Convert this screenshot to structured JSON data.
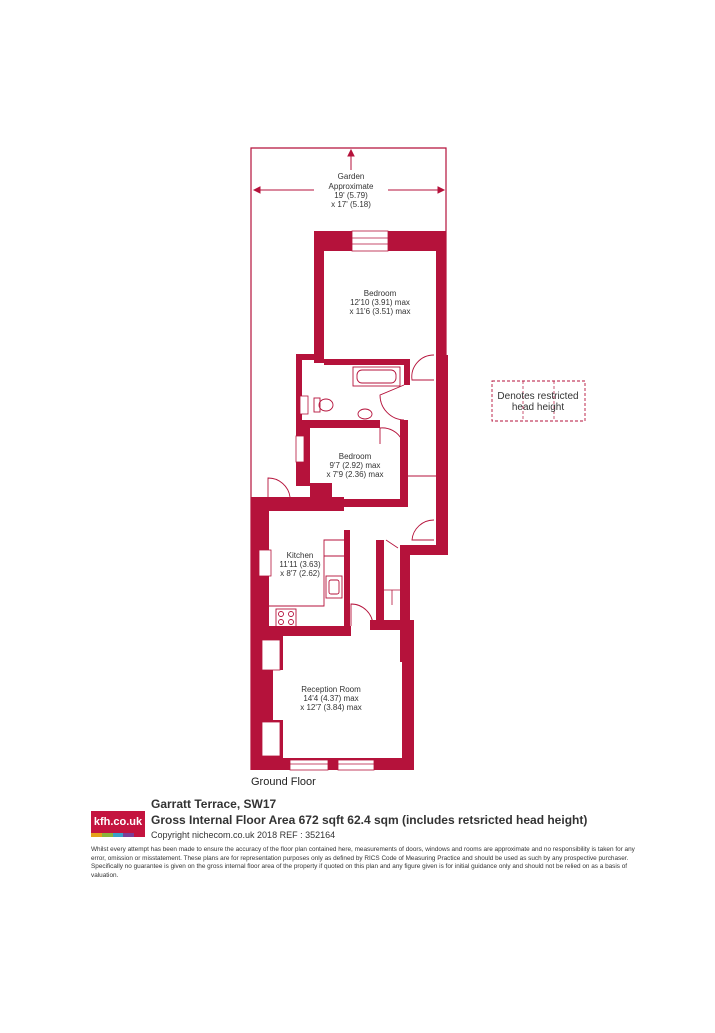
{
  "colors": {
    "wall": "#b5123b",
    "outline": "#b5123b",
    "text": "#333333"
  },
  "rooms": {
    "garden": {
      "name": "Garden",
      "line2": "Approximate",
      "line3": "19' (5.79)",
      "line4": "x 17' (5.18)"
    },
    "bedroom1": {
      "name": "Bedroom",
      "line2": "12'10 (3.91) max",
      "line3": "x 11'6 (3.51) max"
    },
    "bedroom2": {
      "name": "Bedroom",
      "line2": "9'7 (2.92) max",
      "line3": "x 7'9 (2.36) max"
    },
    "kitchen": {
      "name": "Kitchen",
      "line2": "11'11 (3.63)",
      "line3": "x 8'7 (2.62)"
    },
    "reception": {
      "name": "Reception Room",
      "line2": "14'4 (4.37) max",
      "line3": "x 12'7 (3.84) max"
    }
  },
  "legend": {
    "line1": "Denotes restricted",
    "line2": "head height"
  },
  "floor_label": "Ground Floor",
  "footer": {
    "address": "Garratt Terrace, SW17",
    "area": "Gross Internal Floor Area 672 sqft 62.4 sqm (includes retsricted head height)",
    "copyright": "Copyright nichecom.co.uk 2018 REF : 352164",
    "logo": "kfh.co.uk",
    "disclaimer": "Whilst every attempt has been made to ensure the accuracy of the floor plan contained here, measurements of doors, windows and rooms are approximate and no responsibility is taken for any error, omission or misstatement.  These plans are for representation purposes only as defined by RICS Code of Measuring Practice and should be used as such by any prospective purchaser.  Specifically no guarantee is given on the gross internal floor area of the property if quoted on this plan and any figure given is for initial guidance only and should not be relied on as a basis of valuation."
  },
  "logo_stripe_colors": [
    "#e3a21a",
    "#8ab43c",
    "#3aa0c8",
    "#7b3f98",
    "#c4143f"
  ]
}
